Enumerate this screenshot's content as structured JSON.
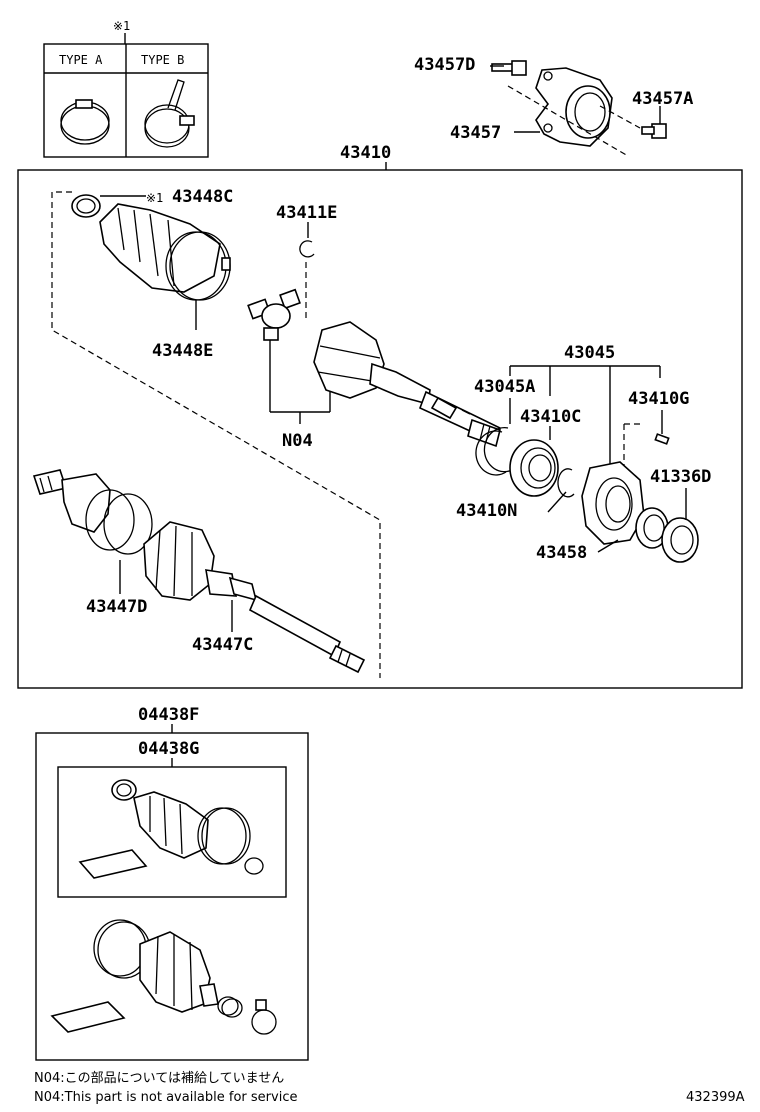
{
  "legend": {
    "mark": "※1",
    "type_a": "TYPE A",
    "type_b": "TYPE B"
  },
  "parts": {
    "p43457D": "43457D",
    "p43457A": "43457A",
    "p43457": "43457",
    "p43410": "43410",
    "p43448C_mark": "※1",
    "p43448C": "43448C",
    "p43411E": "43411E",
    "p43448E": "43448E",
    "pN04": "N04",
    "p43045": "43045",
    "p43045A": "43045A",
    "p43410G": "43410G",
    "p43410C": "43410C",
    "p41336D": "41336D",
    "p43410N": "43410N",
    "p43458": "43458",
    "p43447D": "43447D",
    "p43447C": "43447C",
    "p04438F": "04438F",
    "p04438G": "04438G"
  },
  "notes": {
    "line1": "N04:この部品については補給していません",
    "line2": "N04:This part is not available for service"
  },
  "figure_code": "432399A"
}
